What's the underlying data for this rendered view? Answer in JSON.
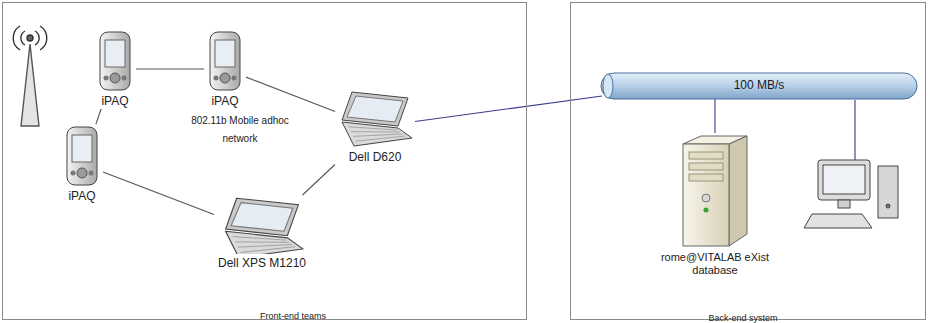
{
  "diagram": {
    "nodes": [
      {
        "text": [
          "Front-end teams"
        ]
      },
      {
        "text": [
          "iPAQ"
        ],
        "in": 0
      },
      {
        "text": [
          "iPAQ"
        ],
        "in": 0
      },
      {
        "text": [
          "iPAQ"
        ],
        "in": 0
      },
      {
        "text": [
          "Dell D620"
        ],
        "in": 0
      },
      {
        "text": [
          "Dell XPS M1210"
        ],
        "in": 0
      },
      {
        "text": [
          "Back-end system"
        ]
      },
      {
        "text": [
          "100 MB/s"
        ],
        "in": 6
      },
      {
        "text": [
          "rome@VITALAB eXist database"
        ],
        "in": 6
      }
    ],
    "edges": [
      {
        "from": 1,
        "to": 2,
        "arrow": "none"
      },
      {
        "from": 2,
        "to": 4,
        "arrow": "none"
      },
      {
        "from": 1,
        "to": 3,
        "arrow": "none"
      },
      {
        "from": 3,
        "to": 5,
        "arrow": "none"
      },
      {
        "from": 5,
        "to": 4,
        "arrow": "none"
      },
      {
        "from": 4,
        "to": 7,
        "arrow": "none"
      },
      {
        "from": 7,
        "to": 8,
        "arrow": "none"
      }
    ],
    "labels": [
      "802.11b Mobile adhoc network"
    ]
  }
}
